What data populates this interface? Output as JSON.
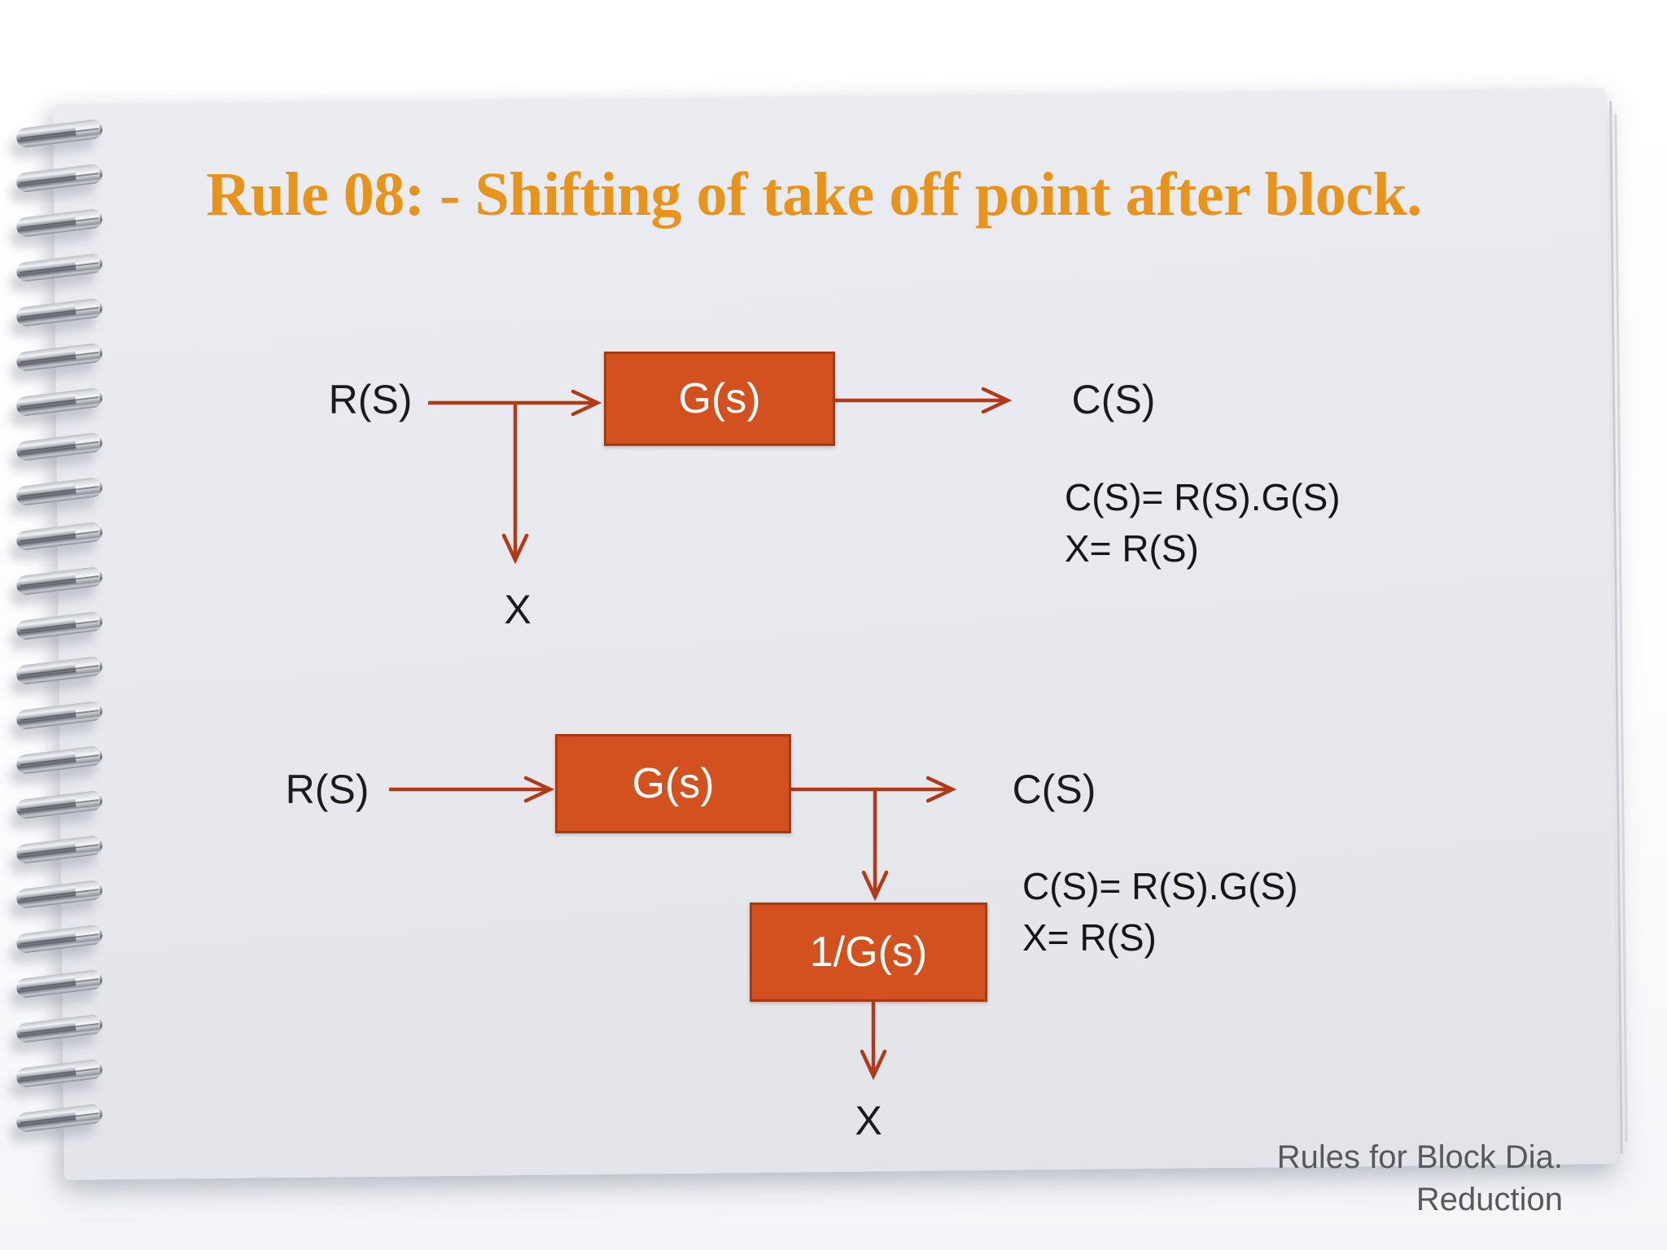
{
  "slide": {
    "title": "Rule 08: - Shifting of take off point after block.",
    "diagram_top": {
      "input_label": "R(S)",
      "block_label": "G(s)",
      "output_label": "C(S)",
      "takeoff_label": "X",
      "equations": [
        "C(S)= R(S).G(S)",
        "X= R(S)"
      ]
    },
    "diagram_bottom": {
      "input_label": "R(S)",
      "block_label": "G(s)",
      "inverse_block_label": "1/G(s)",
      "output_label": "C(S)",
      "takeoff_label": "X",
      "equations": [
        "C(S)= R(S).G(S)",
        "X= R(S)"
      ]
    },
    "footer": {
      "line1": "Rules for Block Dia.",
      "line2": "Reduction"
    },
    "colors": {
      "title_orange": "#E8941C",
      "block_fill": "#D3501F",
      "block_border": "#A63A12",
      "arrow_red": "#B23A18",
      "body_text": "#1B1B1B",
      "footer_gray": "#58595B",
      "page_background": "#E7E9EE"
    }
  }
}
